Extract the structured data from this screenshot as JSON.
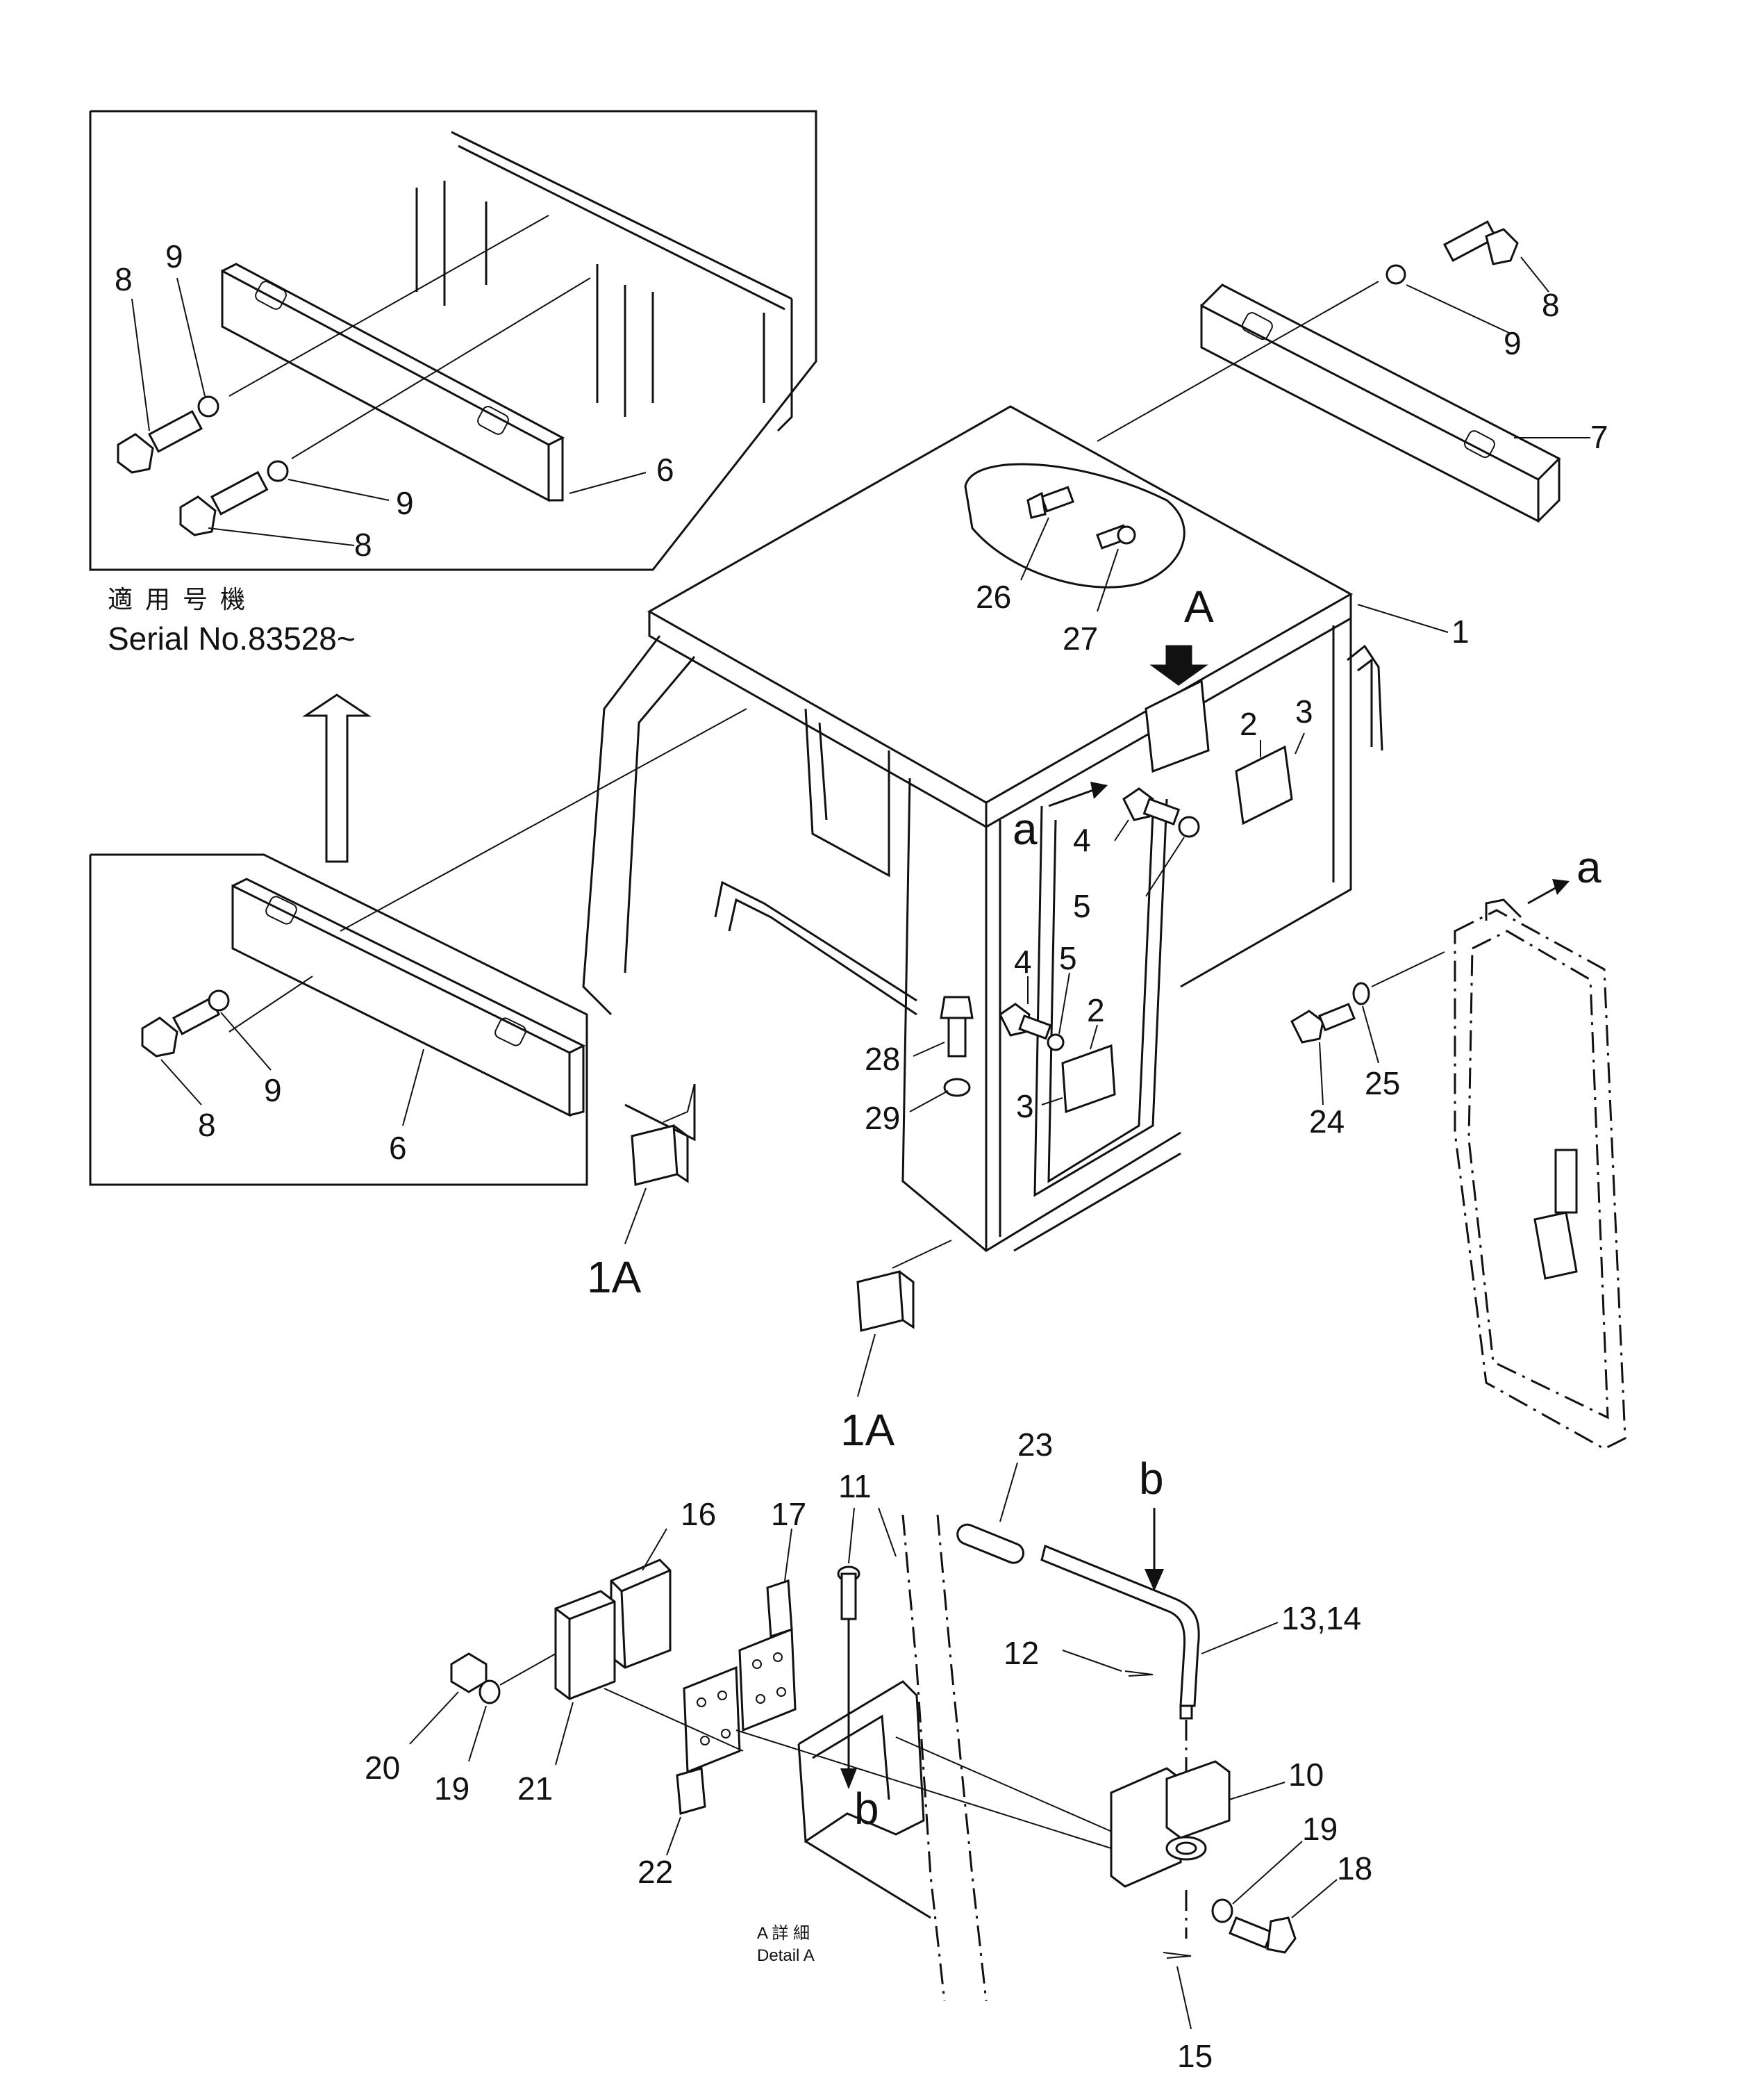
{
  "inset": {
    "applicable_jp": "適用号機",
    "serial": "Serial  No.83528~"
  },
  "detail": {
    "title_jp": "A 詳 細",
    "title_en": "Detail A"
  },
  "view_letters": {
    "A": "A",
    "a_main": "a",
    "a_door": "a",
    "b_top": "b",
    "b_detail": "b"
  },
  "labels": {
    "l1": "1",
    "l1a_left": "1A",
    "l1a_bottom": "1A",
    "l2_upper": "2",
    "l2_lower": "2",
    "l3_upper": "3",
    "l3_lower": "3",
    "l4_upper": "4",
    "l4_lower": "4",
    "l5_upper": "5",
    "l5_lower": "5",
    "l6_inset": "6",
    "l6_lower": "6",
    "l7": "7",
    "l8_inset_top": "8",
    "l8_inset_bottom": "8",
    "l8_right": "8",
    "l8_lower": "8",
    "l9_inset_top": "9",
    "l9_inset_bottom": "9",
    "l9_right": "9",
    "l9_lower": "9",
    "l10": "10",
    "l11": "11",
    "l12": "12",
    "l13_14": "13,14",
    "l15": "15",
    "l16": "16",
    "l17": "17",
    "l18": "18",
    "l19_left": "19",
    "l19_right": "19",
    "l20": "20",
    "l21": "21",
    "l22": "22",
    "l23": "23",
    "l24": "24",
    "l25": "25",
    "l26": "26",
    "l27": "27",
    "l28": "28",
    "l29": "29"
  }
}
